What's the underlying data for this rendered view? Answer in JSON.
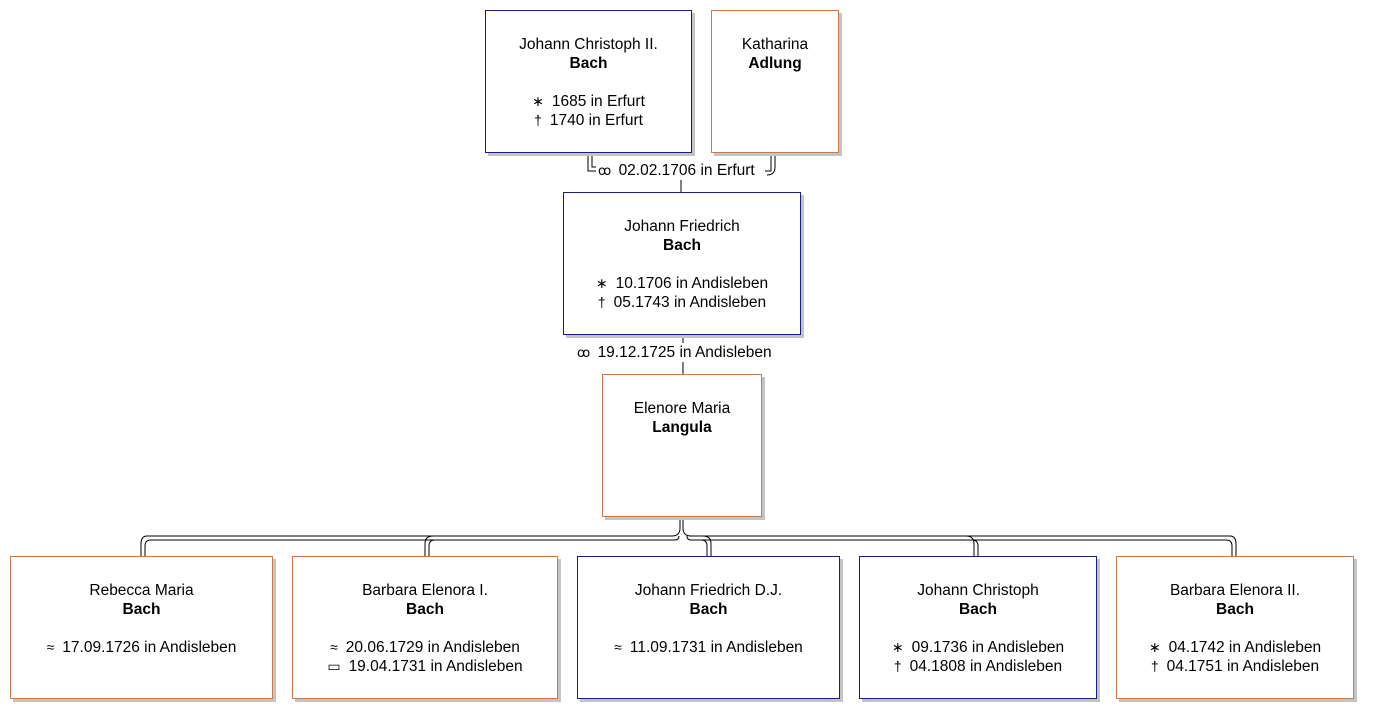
{
  "symbols": {
    "birth": "∗",
    "death": "†",
    "baptism": "≈",
    "burial": "▭",
    "marriage": "ꝏ"
  },
  "persons": {
    "p1": {
      "given": "Johann Christoph II.",
      "surname": "Bach",
      "sex": "male",
      "events": [
        {
          "type": "birth",
          "text": "1685 in Erfurt"
        },
        {
          "type": "death",
          "text": "1740 in Erfurt"
        }
      ]
    },
    "p2": {
      "given": "Katharina",
      "surname": "Adlung",
      "sex": "female",
      "events": []
    },
    "p3": {
      "given": "Johann Friedrich",
      "surname": "Bach",
      "sex": "male",
      "events": [
        {
          "type": "birth",
          "text": "10.1706 in Andisleben"
        },
        {
          "type": "death",
          "text": "05.1743 in Andisleben"
        }
      ]
    },
    "p4": {
      "given": "Elenore Maria",
      "surname": "Langula",
      "sex": "female",
      "events": []
    },
    "c1": {
      "given": "Rebecca Maria",
      "surname": "Bach",
      "sex": "female",
      "events": [
        {
          "type": "baptism",
          "text": "17.09.1726 in Andisleben"
        }
      ]
    },
    "c2": {
      "given": "Barbara Elenora I.",
      "surname": "Bach",
      "sex": "female",
      "events": [
        {
          "type": "baptism",
          "text": "20.06.1729 in Andisleben"
        },
        {
          "type": "burial",
          "text": "19.04.1731 in Andisleben"
        }
      ]
    },
    "c3": {
      "given": "Johann Friedrich D.J.",
      "surname": "Bach",
      "sex": "male",
      "events": [
        {
          "type": "baptism",
          "text": "11.09.1731 in Andisleben"
        }
      ]
    },
    "c4": {
      "given": "Johann Christoph",
      "surname": "Bach",
      "sex": "male",
      "events": [
        {
          "type": "birth",
          "text": "09.1736 in Andisleben"
        },
        {
          "type": "death",
          "text": "04.1808 in Andisleben"
        }
      ]
    },
    "c5": {
      "given": "Barbara Elenora II.",
      "surname": "Bach",
      "sex": "female",
      "events": [
        {
          "type": "birth",
          "text": "04.1742 in Andisleben"
        },
        {
          "type": "death",
          "text": "04.1751 in Andisleben"
        }
      ]
    }
  },
  "marriages": {
    "m1": {
      "text": "02.02.1706 in Erfurt"
    },
    "m2": {
      "text": "19.12.1725 in Andisleben"
    }
  },
  "colors": {
    "male_border": "#1c1c80",
    "female_border": "#c87a48",
    "line": "#000000"
  }
}
